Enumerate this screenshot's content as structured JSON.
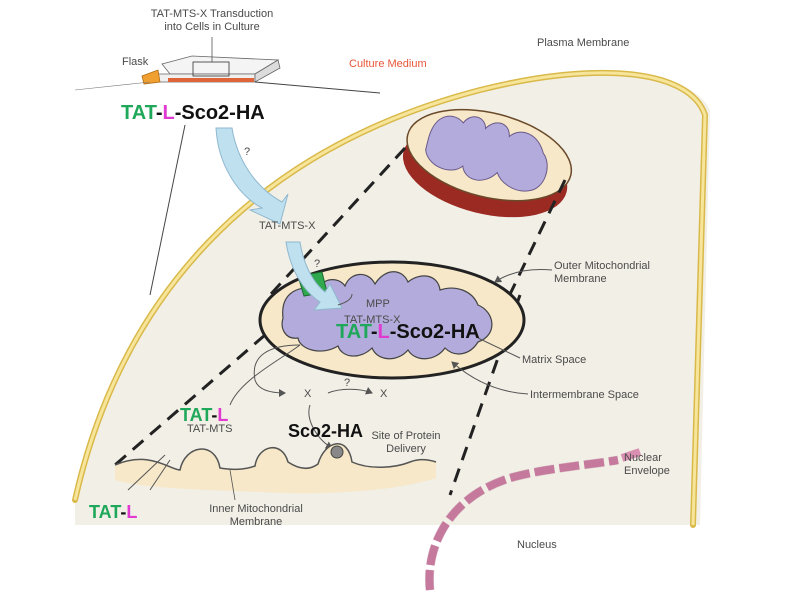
{
  "labels": {
    "transduction": "TAT-MTS-X Transduction",
    "transduction2": "into Cells in Culture",
    "flask": "Flask",
    "culture_medium": "Culture Medium",
    "plasma_membrane": "Plasma Membrane",
    "question1": "?",
    "tat_mts_x_cyto": "TAT-MTS-X",
    "question2": "?",
    "outer_mito": "Outer Mitochondrial",
    "outer_mito2": "Membrane",
    "mpp": "MPP",
    "tat_mts_x_matrix": "TAT-MTS-X",
    "matrix_space": "Matrix Space",
    "intermembrane_space": "Intermembrane Space",
    "x_left": "X",
    "question3": "?",
    "x_right": "X",
    "tat_mts_small": "TAT-MTS",
    "site_delivery": "Site of Protein",
    "site_delivery2": "Delivery",
    "inner_mito": "Inner Mitochondrial",
    "inner_mito2": "Membrane",
    "nuclear_envelope": "Nuclear",
    "nuclear_envelope2": "Envelope",
    "nucleus": "Nucleus"
  },
  "overlay": {
    "top": {
      "tat": "TAT",
      "dash1": "-",
      "l": "L",
      "rest": "-Sco2-HA"
    },
    "mid": {
      "tat": "TAT",
      "dash1": "-",
      "l": "L",
      "rest": "-Sco2-HA"
    },
    "small": {
      "tat": "TAT",
      "dash1": "-",
      "l": "L"
    },
    "sco2": "Sco2-HA",
    "bottom": {
      "tat": "TAT",
      "dash1": "-",
      "l": "L"
    }
  },
  "colors": {
    "tat_green": "#1fa85a",
    "l_magenta": "#e03ad0",
    "membrane_yellow": "#f3d978",
    "cytoplasm": "#f2efe6",
    "matrix_purple": "#b3abdb",
    "mito_outer": "#f6e8c8",
    "mito_shadow": "#9a2a22",
    "arrow_blue": "#bfe0ef",
    "nuclear_pink": "#d98fb0",
    "mts_green": "#2fa84e"
  }
}
